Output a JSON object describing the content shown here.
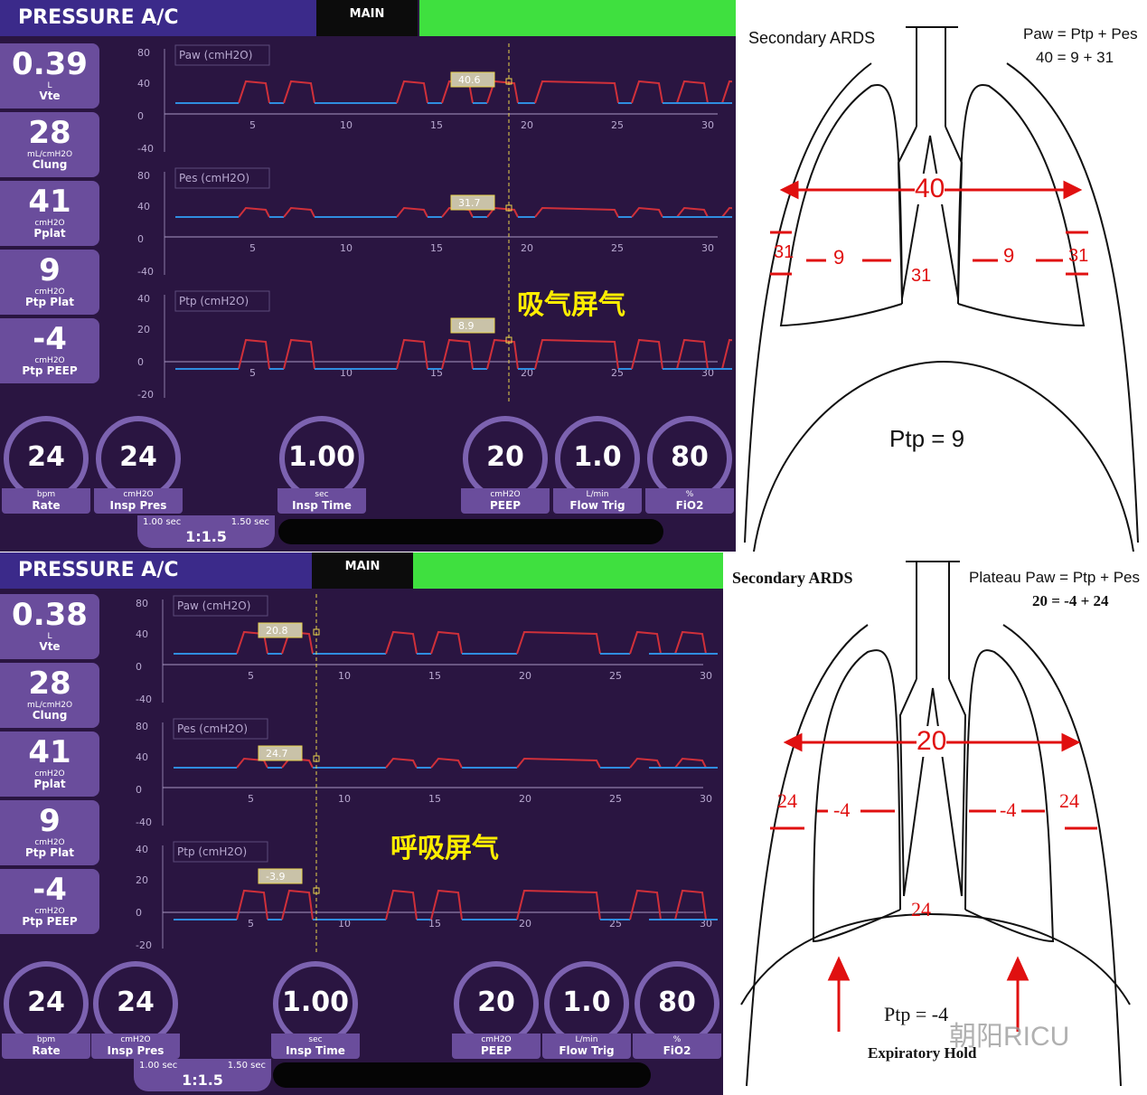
{
  "panels": [
    {
      "title": "PRESSURE A/C",
      "main_tab": "MAIN",
      "tiles": [
        {
          "value": "0.39",
          "unit": "L",
          "name": "Vte"
        },
        {
          "value": "28",
          "unit": "mL/cmH2O",
          "name": "Clung"
        },
        {
          "value": "41",
          "unit": "cmH2O",
          "name": "Pplat"
        },
        {
          "value": "9",
          "unit": "cmH2O",
          "name": "Ptp Plat"
        },
        {
          "value": "-4",
          "unit": "cmH2O",
          "name": "Ptp PEEP"
        }
      ],
      "charts": [
        {
          "label": "Paw (cmH2O)",
          "yticks": [
            "80",
            "40",
            "0",
            "-40"
          ],
          "cursor_value": "40.6"
        },
        {
          "label": "Pes (cmH2O)",
          "yticks": [
            "80",
            "40",
            "0",
            "-40"
          ],
          "cursor_value": "31.7"
        },
        {
          "label": "Ptp (cmH2O)",
          "yticks": [
            "40",
            "20",
            "0",
            "-20"
          ],
          "cursor_value": "8.9"
        }
      ],
      "xticks": [
        "5",
        "10",
        "15",
        "20",
        "25",
        "30"
      ],
      "maneuver_label": "吸气屏气",
      "gauges": [
        {
          "value": "24",
          "unit": "bpm",
          "name": "Rate"
        },
        {
          "value": "24",
          "unit": "cmH2O",
          "name": "Insp Pres"
        },
        {
          "value": "1.00",
          "unit": "sec",
          "name": "Insp Time"
        },
        {
          "value": "20",
          "unit": "cmH2O",
          "name": "PEEP"
        },
        {
          "value": "1.0",
          "unit": "L/min",
          "name": "Flow Trig"
        },
        {
          "value": "80",
          "unit": "%",
          "name": "FiO2"
        }
      ],
      "ratio": {
        "left": "1.00 sec",
        "right": "1.50 sec",
        "value": "1:1.5"
      }
    },
    {
      "title": "PRESSURE A/C",
      "main_tab": "MAIN",
      "tiles": [
        {
          "value": "0.38",
          "unit": "L",
          "name": "Vte"
        },
        {
          "value": "28",
          "unit": "mL/cmH2O",
          "name": "Clung"
        },
        {
          "value": "41",
          "unit": "cmH2O",
          "name": "Pplat"
        },
        {
          "value": "9",
          "unit": "cmH2O",
          "name": "Ptp Plat"
        },
        {
          "value": "-4",
          "unit": "cmH2O",
          "name": "Ptp PEEP"
        }
      ],
      "charts": [
        {
          "label": "Paw (cmH2O)",
          "yticks": [
            "80",
            "40",
            "0",
            "-40"
          ],
          "cursor_value": "20.8"
        },
        {
          "label": "Pes (cmH2O)",
          "yticks": [
            "80",
            "40",
            "0",
            "-40"
          ],
          "cursor_value": "24.7"
        },
        {
          "label": "Ptp (cmH2O)",
          "yticks": [
            "40",
            "20",
            "0",
            "-20"
          ],
          "cursor_value": "-3.9"
        }
      ],
      "xticks": [
        "5",
        "10",
        "15",
        "20",
        "25",
        "30"
      ],
      "maneuver_label": "呼吸屏气",
      "gauges": [
        {
          "value": "24",
          "unit": "bpm",
          "name": "Rate"
        },
        {
          "value": "24",
          "unit": "cmH2O",
          "name": "Insp Pres"
        },
        {
          "value": "1.00",
          "unit": "sec",
          "name": "Insp Time"
        },
        {
          "value": "20",
          "unit": "cmH2O",
          "name": "PEEP"
        },
        {
          "value": "1.0",
          "unit": "L/min",
          "name": "Flow Trig"
        },
        {
          "value": "80",
          "unit": "%",
          "name": "FiO2"
        }
      ],
      "ratio": {
        "left": "1.00 sec",
        "right": "1.50 sec",
        "value": "1:1.5"
      }
    }
  ],
  "diagrams": [
    {
      "title": "Secondary ARDS",
      "formula": "Paw = Ptp + Pes",
      "equation": "40  =  9  +  31",
      "center_value": "40",
      "left_outer": "31",
      "left_inner": "9",
      "right_inner": "9",
      "right_outer": "31",
      "bottom_value": "31",
      "result": "Ptp  =  9"
    },
    {
      "title": "Secondary ARDS",
      "formula": "Plateau Paw = Ptp + Pes",
      "equation": "20 =  -4  + 24",
      "center_value": "20",
      "left_outer": "24",
      "left_inner": "-4",
      "right_inner": "-4",
      "right_outer": "24",
      "bottom_value": "24",
      "result": "Ptp = -4",
      "caption": "Expiratory Hold",
      "watermark": "朝阳RICU"
    }
  ],
  "colors": {
    "inspiration": "#d0303a",
    "expiration": "#2f8de0",
    "marker": "#e8d24a"
  }
}
